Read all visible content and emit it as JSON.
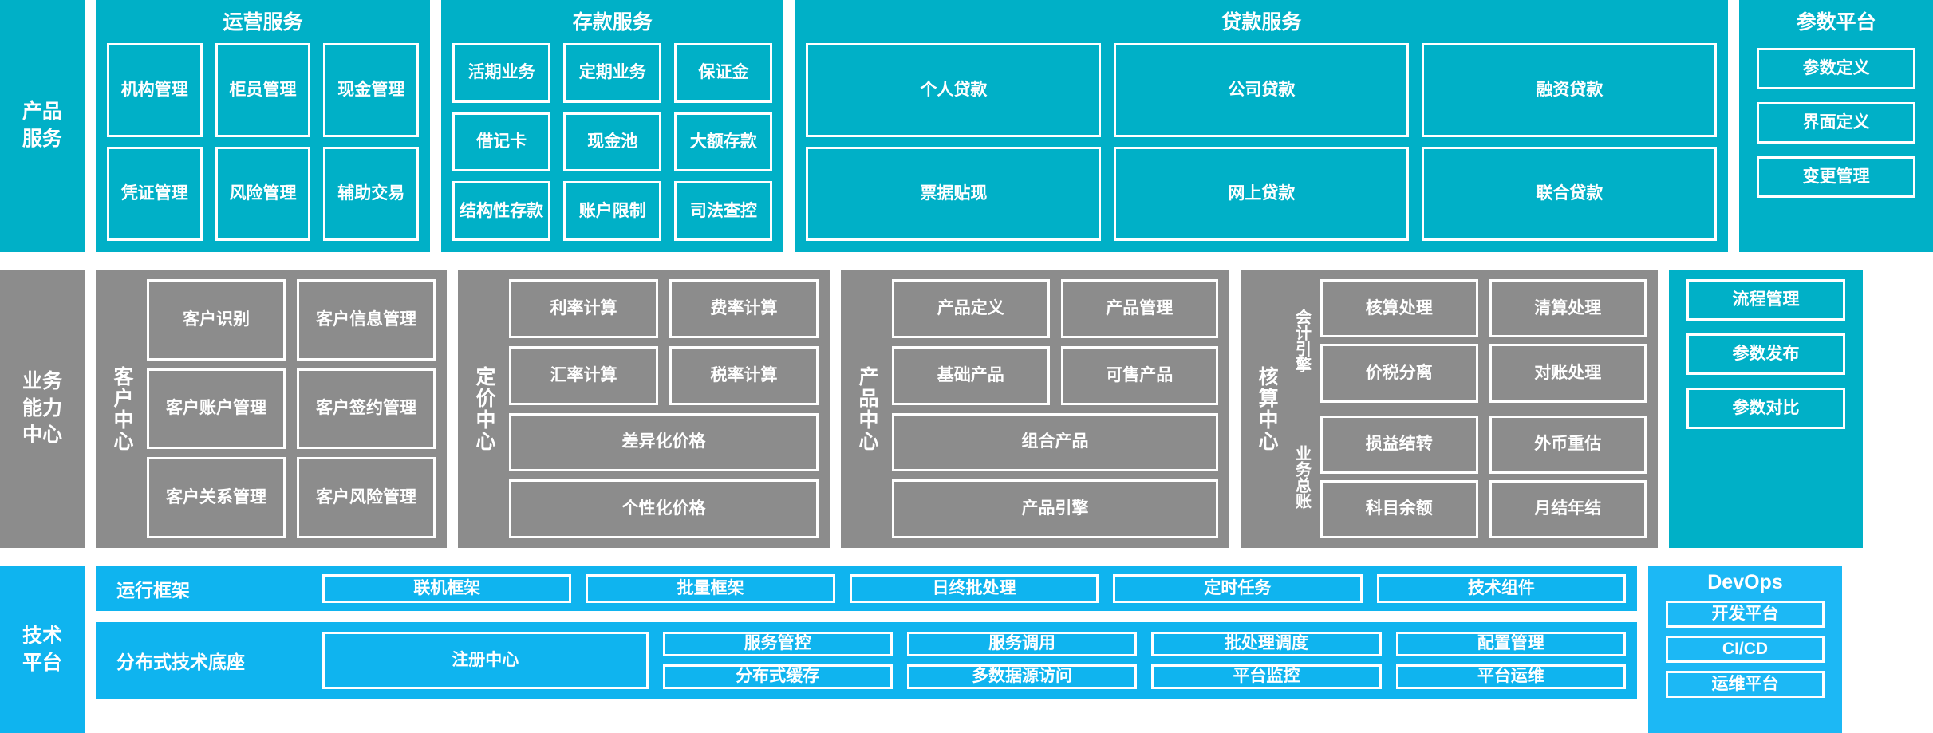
{
  "colors": {
    "teal": "#00B0C7",
    "gray": "#8C8C8C",
    "blue": "#0FB4EF",
    "devops_blue": "#1CB8F5",
    "border": "#FFFFFF",
    "text": "#FFFFFF",
    "background": "#FFFFFF"
  },
  "layers": {
    "product_service": {
      "label": "产品\n服务",
      "label_line1": "产品",
      "label_line2": "服务",
      "groups": [
        {
          "title": "运营服务",
          "rows": [
            [
              "机构管理",
              "柜员管理",
              "现金管理"
            ],
            [
              "凭证管理",
              "风险管理",
              "辅助交易"
            ]
          ]
        },
        {
          "title": "存款服务",
          "rows": [
            [
              "活期业务",
              "定期业务",
              "保证金"
            ],
            [
              "借记卡",
              "现金池",
              "大额存款"
            ],
            [
              "结构性存款",
              "账户限制",
              "司法查控"
            ]
          ]
        },
        {
          "title": "贷款服务",
          "rows": [
            [
              "个人贷款",
              "公司贷款",
              "融资贷款"
            ],
            [
              "票据贴现",
              "网上贷款",
              "联合贷款"
            ]
          ]
        }
      ]
    },
    "business_capability": {
      "label_line1": "业务",
      "label_line2": "能力",
      "label_line3": "中心",
      "centers": [
        {
          "name": "客户中心",
          "rows": [
            [
              "客户识别",
              "客户信息管理"
            ],
            [
              "客户账户管理",
              "客户签约管理"
            ],
            [
              "客户关系管理",
              "客户风险管理"
            ]
          ]
        },
        {
          "name": "定价中心",
          "rows": [
            [
              "利率计算",
              "费率计算"
            ],
            [
              "汇率计算",
              "税率计算"
            ],
            [
              "差异化价格"
            ],
            [
              "个性化价格"
            ]
          ]
        },
        {
          "name": "产品中心",
          "rows": [
            [
              "产品定义",
              "产品管理"
            ],
            [
              "基础产品",
              "可售产品"
            ],
            [
              "组合产品"
            ],
            [
              "产品引擎"
            ]
          ]
        },
        {
          "name": "核算中心",
          "subgroups": [
            {
              "name": "会计引擎",
              "rows": [
                [
                  "核算处理",
                  "清算处理"
                ],
                [
                  "价税分离",
                  "对账处理"
                ]
              ]
            },
            {
              "name": "业务总账",
              "rows": [
                [
                  "损益结转",
                  "外币重估"
                ],
                [
                  "科目余额",
                  "月结年结"
                ]
              ]
            }
          ]
        }
      ]
    },
    "technical_platform": {
      "label_line1": "技术",
      "label_line2": "平台",
      "strips": [
        {
          "label": "运行框架",
          "cells": [
            "联机框架",
            "批量框架",
            "日终批处理",
            "定时任务",
            "技术组件"
          ]
        },
        {
          "label": "分布式技术底座",
          "anchor": "注册中心",
          "columns": [
            [
              "服务管控",
              "分布式缓存"
            ],
            [
              "服务调用",
              "多数据源访问"
            ],
            [
              "批处理调度",
              "平台监控"
            ],
            [
              "配置管理",
              "平台运维"
            ]
          ]
        }
      ]
    }
  },
  "right_column": {
    "parameter_platform": {
      "title": "参数平台",
      "items_top": [
        "参数定义",
        "界面定义",
        "变更管理"
      ],
      "items_bottom": [
        "流程管理",
        "参数发布",
        "参数对比"
      ]
    },
    "devops": {
      "title": "DevOps",
      "items": [
        "开发平台",
        "CI/CD",
        "运维平台"
      ]
    }
  }
}
